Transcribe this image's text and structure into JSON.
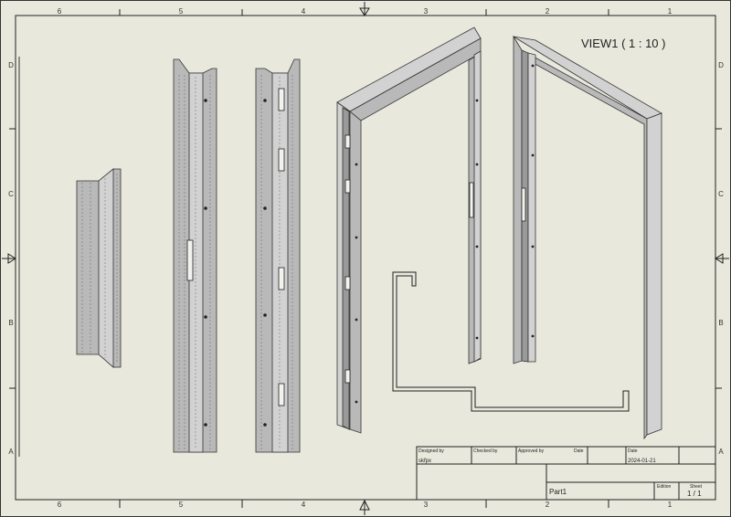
{
  "border": {
    "columns": [
      "6",
      "5",
      "4",
      "3",
      "2",
      "1"
    ],
    "rows": [
      "D",
      "C",
      "B",
      "A"
    ]
  },
  "view_label": "VIEW1 ( 1 : 10 )",
  "title_block": {
    "designed_by_label": "Designed by",
    "designed_by": "skfpx",
    "checked_by_label": "Checked by",
    "approved_by_label": "Approved by",
    "date_label": "Date",
    "date_label_2": "Date",
    "date": "2024-01-21",
    "part_name": "Part1",
    "edition_label": "Edition",
    "sheet_label": "Sheet",
    "sheet": "1 / 1"
  }
}
